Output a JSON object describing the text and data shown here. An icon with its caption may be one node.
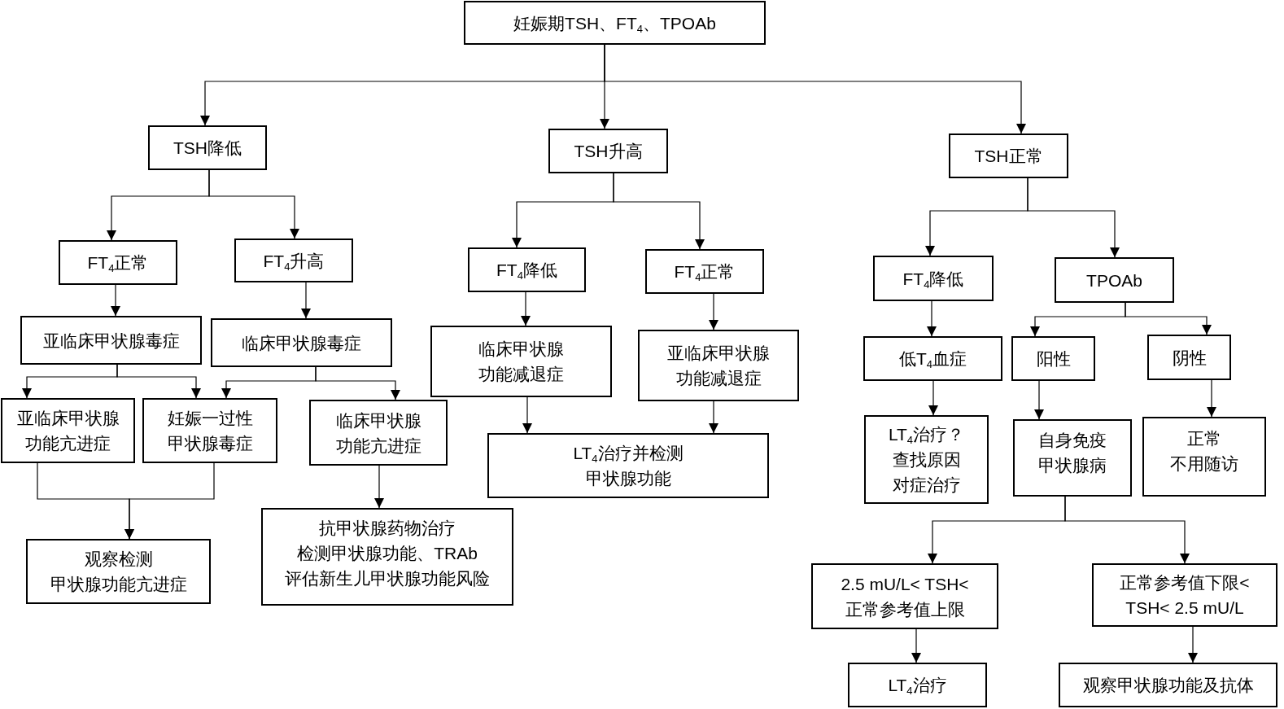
{
  "diagram": {
    "nodes": [
      {
        "text": [
          "妊娠期TSH、FT$_{4}$、TPOAb"
        ]
      },
      {
        "text": [
          "TSH降低"
        ]
      },
      {
        "text": [
          "TSH升高"
        ]
      },
      {
        "text": [
          "TSH正常"
        ]
      },
      {
        "text": [
          "FT$_{4}$正常"
        ]
      },
      {
        "text": [
          "FT$_{4}$升高"
        ]
      },
      {
        "text": [
          "FT$_{4}$降低"
        ]
      },
      {
        "text": [
          "FT$_{4}$正常"
        ]
      },
      {
        "text": [
          "FT$_{4}$降低"
        ]
      },
      {
        "text": [
          "TPOAb"
        ]
      },
      {
        "text": [
          "亚临床甲状腺毒症"
        ]
      },
      {
        "text": [
          "临床甲状腺毒症"
        ]
      },
      {
        "text": [
          "临床甲状腺功能减退症"
        ]
      },
      {
        "text": [
          "亚临床甲状腺功能减退症"
        ]
      },
      {
        "text": [
          "低T$_{4}$血症"
        ]
      },
      {
        "text": [
          "阳性"
        ]
      },
      {
        "text": [
          "阴性"
        ]
      },
      {
        "text": [
          "亚临床甲状腺功能亢进症"
        ]
      },
      {
        "text": [
          "妊娠一过性甲状腺毒症"
        ]
      },
      {
        "text": [
          "临床甲状腺功能亢进症"
        ]
      },
      {
        "text": [
          "观察检测甲状腺功能亢进症"
        ]
      },
      {
        "text": [
          "抗甲状腺药物治疗",
          "检测甲状腺功能、TRAb",
          "评估新生儿甲状腺功能风险"
        ]
      },
      {
        "text": [
          "LT$_{4}$治疗并检测甲状腺功能"
        ]
      },
      {
        "text": [
          "LT$_{4}$治疗？",
          "查找原因",
          "对症治疗"
        ]
      },
      {
        "text": [
          "自身免疫甲状腺病"
        ]
      },
      {
        "text": [
          "正常",
          "不用随访"
        ]
      },
      {
        "text": [
          "2.5 mU/L< TSH< 正常参考值上限"
        ]
      },
      {
        "text": [
          "正常参考值下限< TSH< 2.5 mU/L"
        ]
      },
      {
        "text": [
          "LT$_{4}$治疗"
        ]
      },
      {
        "text": [
          "观察甲状腺功能及抗体"
        ]
      }
    ],
    "edges": [
      {
        "from": 0,
        "to": 1,
        "arrow": "to"
      },
      {
        "from": 0,
        "to": 2,
        "arrow": "to"
      },
      {
        "from": 0,
        "to": 3,
        "arrow": "to"
      },
      {
        "from": 1,
        "to": 4,
        "arrow": "to"
      },
      {
        "from": 1,
        "to": 5,
        "arrow": "to"
      },
      {
        "from": 2,
        "to": 6,
        "arrow": "to"
      },
      {
        "from": 2,
        "to": 7,
        "arrow": "to"
      },
      {
        "from": 3,
        "to": 8,
        "arrow": "to"
      },
      {
        "from": 3,
        "to": 9,
        "arrow": "to"
      },
      {
        "from": 4,
        "to": 10,
        "arrow": "to"
      },
      {
        "from": 5,
        "to": 11,
        "arrow": "to"
      },
      {
        "from": 6,
        "to": 12,
        "arrow": "to"
      },
      {
        "from": 7,
        "to": 13,
        "arrow": "to"
      },
      {
        "from": 8,
        "to": 14,
        "arrow": "to"
      },
      {
        "from": 9,
        "to": 15,
        "arrow": "to"
      },
      {
        "from": 9,
        "to": 16,
        "arrow": "to"
      },
      {
        "from": 10,
        "to": 17,
        "arrow": "to"
      },
      {
        "from": 10,
        "to": 18,
        "arrow": "to"
      },
      {
        "from": 11,
        "to": 18,
        "arrow": "to"
      },
      {
        "from": 11,
        "to": 19,
        "arrow": "to"
      },
      {
        "from": 12,
        "to": 22,
        "arrow": "to"
      },
      {
        "from": 13,
        "to": 22,
        "arrow": "to"
      },
      {
        "from": 14,
        "to": 23,
        "arrow": "to"
      },
      {
        "from": 15,
        "to": 24,
        "arrow": "to"
      },
      {
        "from": 16,
        "to": 25,
        "arrow": "to"
      },
      {
        "from": 17,
        "to": 20,
        "arrow": "to"
      },
      {
        "from": 18,
        "to": 20,
        "arrow": "to"
      },
      {
        "from": 19,
        "to": 21,
        "arrow": "to"
      },
      {
        "from": 24,
        "to": 26,
        "arrow": "to"
      },
      {
        "from": 24,
        "to": 27,
        "arrow": "to"
      },
      {
        "from": 26,
        "to": 28,
        "arrow": "to"
      },
      {
        "from": 27,
        "to": 29,
        "arrow": "to"
      }
    ]
  }
}
